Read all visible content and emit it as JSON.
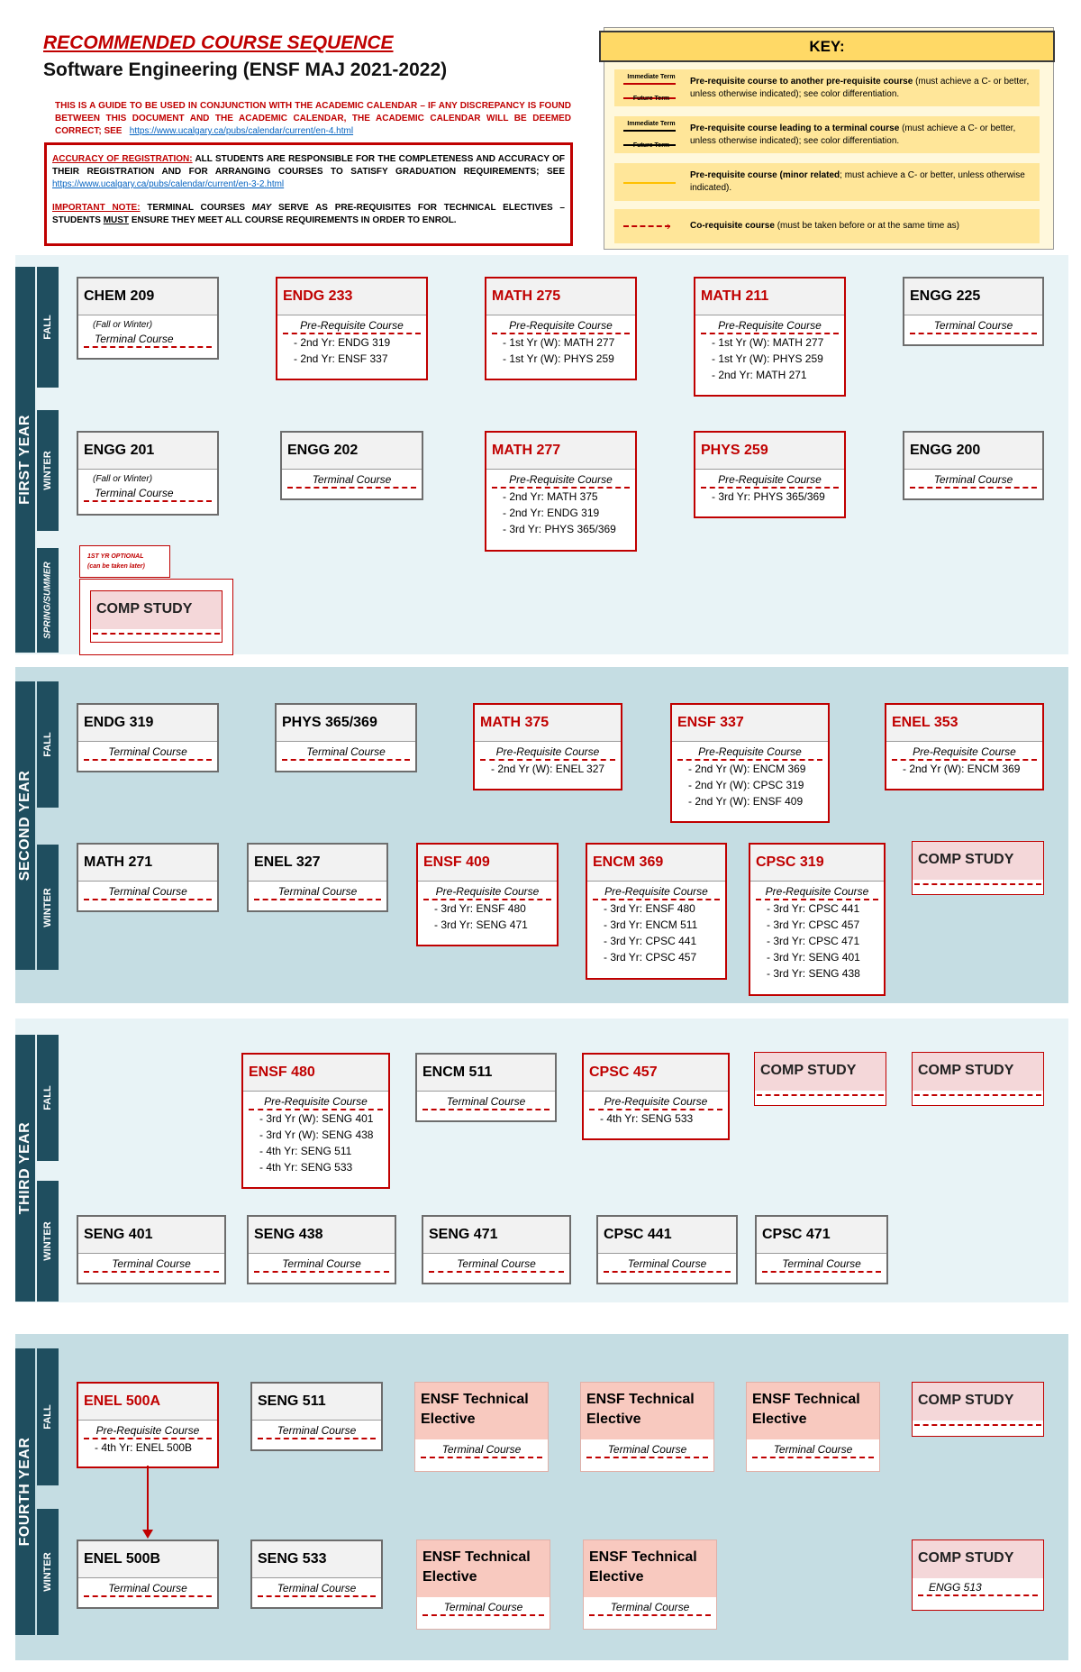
{
  "header": {
    "title": "RECOMMENDED COURSE SEQUENCE",
    "subtitle": "Software Engineering (ENSF MAJ 2021-2022)",
    "guide_text": "THIS IS A GUIDE TO BE USED IN CONJUNCTION WITH THE ACADEMIC CALENDAR – IF ANY DISCREPANCY IS FOUND BETWEEN THIS DOCUMENT AND THE ACADEMIC CALENDAR, THE ACADEMIC CALENDAR WILL BE DEEMED CORRECT; SEE",
    "guide_link": "https://www.ucalgary.ca/pubs/calendar/current/en-4.html",
    "accuracy_label": "ACCURACY OF REGISTRATION:",
    "accuracy_text": "ALL STUDENTS ARE RESPONSIBLE FOR THE COMPLETENESS AND ACCURACY OF THEIR REGISTRATION AND FOR ARRANGING COURSES TO SATISFY GRADUATION REQUIREMENTS; SEE",
    "accuracy_link": "https://www.ucalgary.ca/pubs/calendar/current/en-3-2.html",
    "important_label": "IMPORTANT NOTE:",
    "important_text_1": "TERMINAL COURSES",
    "important_may": "MAY",
    "important_text_2": "SERVE AS PRE-REQUISITES FOR TECHNICAL ELECTIVES – STUDENTS",
    "important_must": "MUST",
    "important_text_3": "ENSURE THEY MEET ALL COURSE REQUIREMENTS IN ORDER TO ENROL."
  },
  "key": {
    "title": "KEY:",
    "immediate_term": "Immediate Term",
    "future_term": "Future Term",
    "row1_bold": "Pre-requisite course to another pre-requisite course",
    "row1_rest": " (must achieve a C- or better, unless otherwise indicated); see color differentiation.",
    "row2_bold": "Pre-requisite course leading to a terminal course",
    "row2_rest": " (must achieve a C- or better, unless otherwise indicated); see color differentiation.",
    "row3_bold": "Pre-requisite course (minor related",
    "row3_rest": "; must achieve a C- or better, unless otherwise indicated).",
    "row4_bold": "Co-requisite course",
    "row4_rest": " (must be taken before or at the same time as)",
    "colors": {
      "red": "#c00000",
      "black": "#000000",
      "yellow": "#ffc000"
    }
  },
  "labels": {
    "first_year": "FIRST YEAR",
    "second_year": "SECOND YEAR",
    "third_year": "THIRD YEAR",
    "fourth_year": "FOURTH YEAR",
    "fall": "FALL",
    "winter": "WINTER",
    "spring_summer": "SPRING/SUMMER",
    "optional_1": "1ST YR OPTIONAL",
    "optional_2": "(can be taken later)"
  },
  "kinds": {
    "terminal": "Terminal Course",
    "prereq": "Pre-Requisite Course",
    "fall_or_winter": "(Fall or Winter)"
  },
  "y1f": {
    "c1": {
      "title": "CHEM 209"
    },
    "c2": {
      "title": "ENDG 233",
      "items": [
        "- 2nd Yr: ENDG 319",
        "- 2nd Yr: ENSF 337"
      ]
    },
    "c3": {
      "title": "MATH 275",
      "items": [
        "- 1st Yr (W): MATH 277",
        "- 1st Yr (W): PHYS 259"
      ]
    },
    "c4": {
      "title": "MATH 211",
      "items": [
        "- 1st Yr (W): MATH 277",
        "- 1st Yr (W): PHYS 259",
        "- 2nd Yr: MATH 271"
      ]
    },
    "c5": {
      "title": "ENGG 225"
    }
  },
  "y1w": {
    "c1": {
      "title": "ENGG 201"
    },
    "c2": {
      "title": "ENGG 202"
    },
    "c3": {
      "title": "MATH 277",
      "items": [
        "- 2nd Yr: MATH 375",
        "- 2nd Yr: ENDG 319",
        "- 3rd Yr: PHYS 365/369"
      ]
    },
    "c4": {
      "title": "PHYS 259",
      "items": [
        "- 3rd Yr: PHYS 365/369"
      ]
    },
    "c5": {
      "title": "ENGG 200"
    }
  },
  "y1s": {
    "c1": {
      "title": "COMP STUDY"
    }
  },
  "y2f": {
    "c1": {
      "title": "ENDG 319"
    },
    "c2": {
      "title": "PHYS 365/369"
    },
    "c3": {
      "title": "MATH 375",
      "items": [
        "- 2nd Yr (W): ENEL 327"
      ]
    },
    "c4": {
      "title": "ENSF 337",
      "items": [
        "- 2nd Yr (W): ENCM 369",
        "- 2nd Yr (W): CPSC 319",
        "- 2nd Yr (W): ENSF 409"
      ]
    },
    "c5": {
      "title": "ENEL 353",
      "items": [
        "- 2nd Yr (W): ENCM 369"
      ]
    }
  },
  "y2w": {
    "c1": {
      "title": "MATH 271"
    },
    "c2": {
      "title": "ENEL 327"
    },
    "c3": {
      "title": "ENSF 409",
      "items": [
        "- 3rd Yr: ENSF 480",
        "- 3rd Yr: SENG 471"
      ]
    },
    "c4": {
      "title": "ENCM 369",
      "items": [
        "- 3rd Yr: ENSF 480",
        "- 3rd Yr: ENCM 511",
        "- 3rd Yr: CPSC 441",
        "- 3rd Yr: CPSC 457"
      ]
    },
    "c5": {
      "title": "CPSC 319",
      "items": [
        "- 3rd Yr: CPSC 441",
        "- 3rd Yr: CPSC 457",
        "- 3rd Yr: CPSC 471",
        "- 3rd Yr: SENG 401",
        "- 3rd Yr: SENG 438"
      ]
    },
    "c6": {
      "title": "COMP STUDY"
    }
  },
  "y3f": {
    "c1": {
      "title": "ENSF 480",
      "items": [
        "- 3rd Yr (W): SENG 401",
        "- 3rd Yr (W): SENG 438",
        "- 4th Yr: SENG 511",
        "- 4th Yr: SENG 533"
      ]
    },
    "c2": {
      "title": "ENCM 511"
    },
    "c3": {
      "title": "CPSC 457",
      "items": [
        "- 4th Yr: SENG 533"
      ]
    },
    "c4": {
      "title": "COMP STUDY"
    },
    "c5": {
      "title": "COMP STUDY"
    }
  },
  "y3w": {
    "c1": {
      "title": "SENG 401"
    },
    "c2": {
      "title": "SENG 438"
    },
    "c3": {
      "title": "SENG 471"
    },
    "c4": {
      "title": "CPSC 441"
    },
    "c5": {
      "title": "CPSC 471"
    }
  },
  "y4f": {
    "c1": {
      "title": "ENEL 500A",
      "items": [
        "- 4th Yr: ENEL 500B"
      ]
    },
    "c2": {
      "title": "SENG 511"
    },
    "c3": {
      "title": "ENSF Technical Elective"
    },
    "c4": {
      "title": "ENSF Technical Elective"
    },
    "c5": {
      "title": "ENSF Technical Elective"
    },
    "c6": {
      "title": "COMP STUDY"
    }
  },
  "y4w": {
    "c1": {
      "title": "ENEL 500B"
    },
    "c2": {
      "title": "SENG 533"
    },
    "c3": {
      "title": "ENSF Technical Elective"
    },
    "c4": {
      "title": "ENSF Technical Elective"
    },
    "c5": {
      "title": "COMP STUDY",
      "note": "ENGG 513"
    }
  },
  "colors": {
    "red": "#c00000",
    "band_light": "#e8f3f6",
    "band_dark": "#c5dde3",
    "label_dark": "#1f4e5f",
    "study_fill": "#f4d7d9",
    "elective_fill": "#f8c9bf"
  }
}
